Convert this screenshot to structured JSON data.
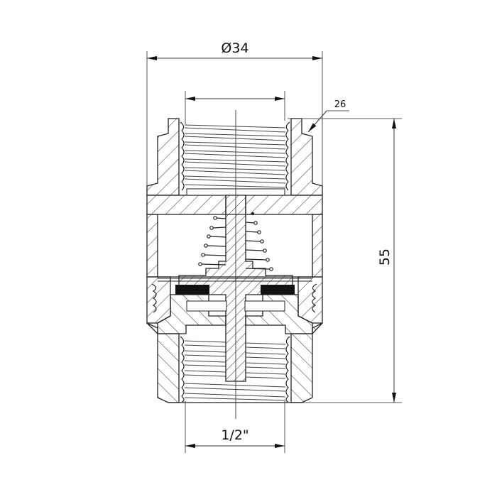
{
  "drawing": {
    "type": "sectional view",
    "subject": "spring check valve cross-section",
    "colors": {
      "background": "#ffffff",
      "line": "#222222",
      "dimension_line": "#555555",
      "seal": "#111111"
    }
  },
  "dimensions": {
    "outer_diameter": {
      "label": "Ø34",
      "value": 34
    },
    "height": {
      "label": "55",
      "value": 55
    },
    "thread_size": {
      "label": "1/2\""
    },
    "wrench_flat": {
      "label": "26",
      "value": 26
    }
  }
}
